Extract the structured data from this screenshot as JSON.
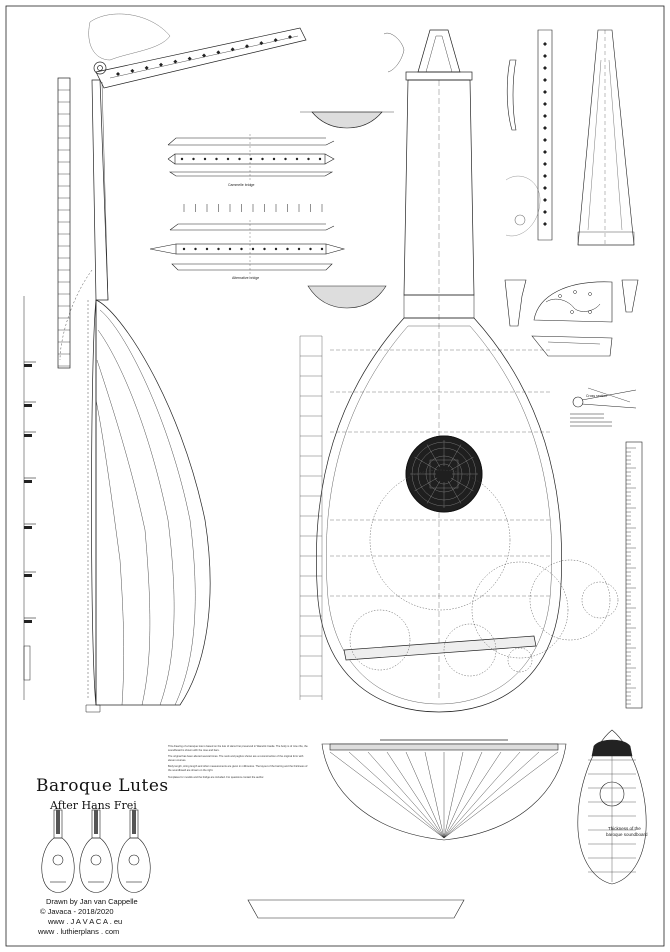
{
  "sheet": {
    "title": "Baroque Lutes",
    "subtitle": "After Hans Frei",
    "credits": [
      "Drawn by Jan van Cappelle",
      "© Javaca - 2018/2020",
      "www . J A V A C A . eu",
      "www . luthierplans . com"
    ]
  },
  "labels": {
    "bridge_1": "Cammelle bridge",
    "bridge_2": "Alternative bridge",
    "soundboard_1": "Thickness of the",
    "soundboard_2": "baroque soundboard",
    "cross_section": "Cross section"
  },
  "notes": [
    "This drawing of a baroque lute is based on the lute of Hans Frei preserved in Warwick Castle. The body is of nine ribs, the soundboard is shown with the rose and bars.",
    "The original has been altered several times. The neck and pegbox shown are a reconstruction of the original form with eleven courses.",
    "Body length, string length and other measurements are given in millimetres. The layout of the barring and the thickness of the soundboard are shown on the right.",
    "Templates for moulds and the bridge are included. For questions contact the author."
  ],
  "colors": {
    "line": "#222222",
    "rose": "#1a1a1a",
    "hatch": "#555555",
    "paper": "#ffffff"
  }
}
